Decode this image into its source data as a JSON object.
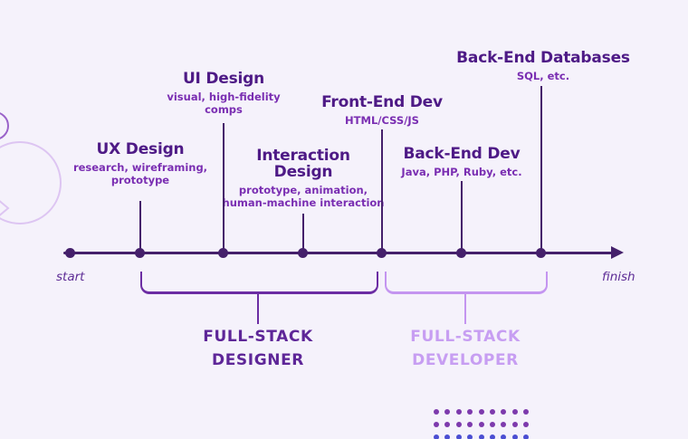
{
  "diagram": {
    "start_label": "start",
    "finish_label": "finish",
    "milestones": [
      {
        "title": "UX Design",
        "subtitle": "research, wireframing,\nprototype"
      },
      {
        "title": "UI Design",
        "subtitle": "visual, high-fidelity\ncomps"
      },
      {
        "title": "Interaction\nDesign",
        "subtitle": "prototype, animation,\nhuman-machine interaction"
      },
      {
        "title": "Front-End Dev",
        "subtitle": "HTML/CSS/JS"
      },
      {
        "title": "Back-End Dev",
        "subtitle": "Java, PHP, Ruby, etc."
      },
      {
        "title": "Back-End Databases",
        "subtitle": "SQL, etc."
      }
    ],
    "brackets": [
      {
        "label": "FULL-STACK\nDESIGNER"
      },
      {
        "label": "FULL-STACK\nDEVELOPER"
      }
    ]
  },
  "colors": {
    "bg": "#f5f2fb",
    "heading": "#4e1a86",
    "subtitle": "#7a2eb2",
    "timeline": "#45206b",
    "startfinish": "#5e2d96",
    "bracket-dark": "#6c2da3",
    "bracket-light": "#c495f0",
    "fullstack-dark": "#5e2698",
    "fullstack-light": "#c79ef2",
    "circle-small": "#9a63c9",
    "circle-big": "#ddc5f2",
    "dot-purple": "#7d3aad",
    "dot-blue": "#4b4ed2"
  },
  "decor": {
    "dot_grid": {
      "rows": 3,
      "cols": 9,
      "row_colors": [
        "#7d3aad",
        "#7d3aad",
        "#4b4ed2"
      ]
    }
  }
}
